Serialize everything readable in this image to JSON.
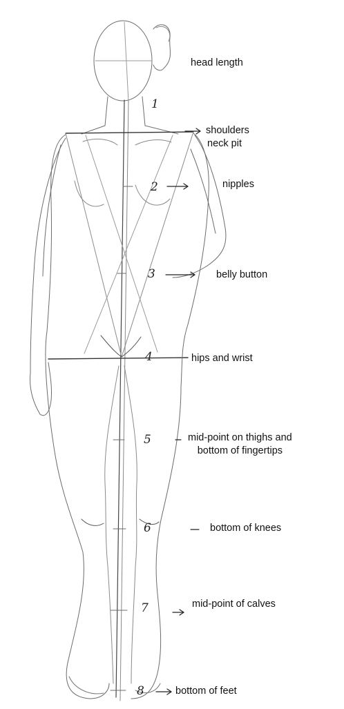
{
  "landmarks": [
    {
      "number": "1",
      "label": "head length"
    },
    {
      "number": "",
      "label": "shoulders"
    },
    {
      "number": "",
      "label": "neck pit"
    },
    {
      "number": "2",
      "label": "nipples"
    },
    {
      "number": "3",
      "label": "belly button"
    },
    {
      "number": "4",
      "label": "hips and wrist"
    },
    {
      "number": "5",
      "label": "mid-point on thighs and\nbottom of fingertips"
    },
    {
      "number": "6",
      "label": "bottom of knees"
    },
    {
      "number": "7",
      "label": "mid-point of calves"
    },
    {
      "number": "8",
      "label": "bottom of feet"
    }
  ]
}
